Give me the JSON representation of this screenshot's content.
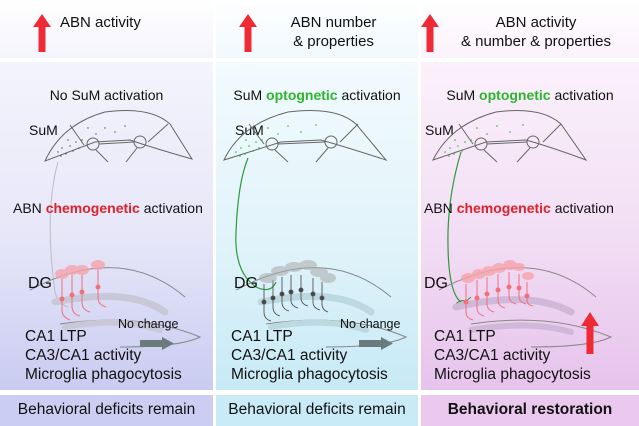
{
  "colors": {
    "arrow_up": "#ee2b35",
    "arrow_nochange": "#6b7b7b",
    "optogenetic_green": "#2db52d",
    "chemogenetic_red": "#e0202a",
    "abn_neuron_pink": "#f0707a",
    "abn_neuron_gray": "#555555",
    "axon_green": "#2a9a3a"
  },
  "panels": [
    {
      "header": {
        "icon": "up-arrow-icon",
        "lines": [
          "ABN activity"
        ]
      },
      "condition": {
        "prefix": "No SuM activation",
        "highlight": "",
        "suffix": ""
      },
      "sum_label": "SuM",
      "abn_condition": {
        "prefix": "ABN ",
        "highlight": "chemogenetic",
        "suffix": " activation"
      },
      "dg_label": "DG",
      "measures": [
        "CA1 LTP",
        "CA3/CA1 activity",
        "Microglia phagocytosis"
      ],
      "result": {
        "label": "No change",
        "icon": "right-arrow-icon"
      },
      "footer": "Behavioral deficits remain"
    },
    {
      "header": {
        "icon": "up-arrow-icon",
        "lines": [
          "ABN number",
          "& properties"
        ]
      },
      "condition": {
        "prefix": "SuM ",
        "highlight": "optognetic",
        "suffix": " activation"
      },
      "sum_label": "SuM",
      "abn_condition": null,
      "dg_label": "DG",
      "measures": [
        "CA1 LTP",
        "CA3/CA1 activity",
        "Microglia phagocytosis"
      ],
      "result": {
        "label": "No change",
        "icon": "right-arrow-icon"
      },
      "footer": "Behavioral deficits remain"
    },
    {
      "header": {
        "icon": "up-arrow-icon",
        "lines": [
          "ABN activity",
          "& number & properties"
        ]
      },
      "condition": {
        "prefix": "SuM ",
        "highlight": "optognetic",
        "suffix": " activation"
      },
      "sum_label": "SuM",
      "abn_condition": {
        "prefix": "ABN ",
        "highlight": "chemogenetic",
        "suffix": " activation"
      },
      "dg_label": "DG",
      "measures": [
        "CA1 LTP",
        "CA3/CA1 activity",
        "Microglia phagocytosis"
      ],
      "result": {
        "label": "",
        "icon": "up-arrow-icon"
      },
      "footer": "Behavioral restoration"
    }
  ]
}
